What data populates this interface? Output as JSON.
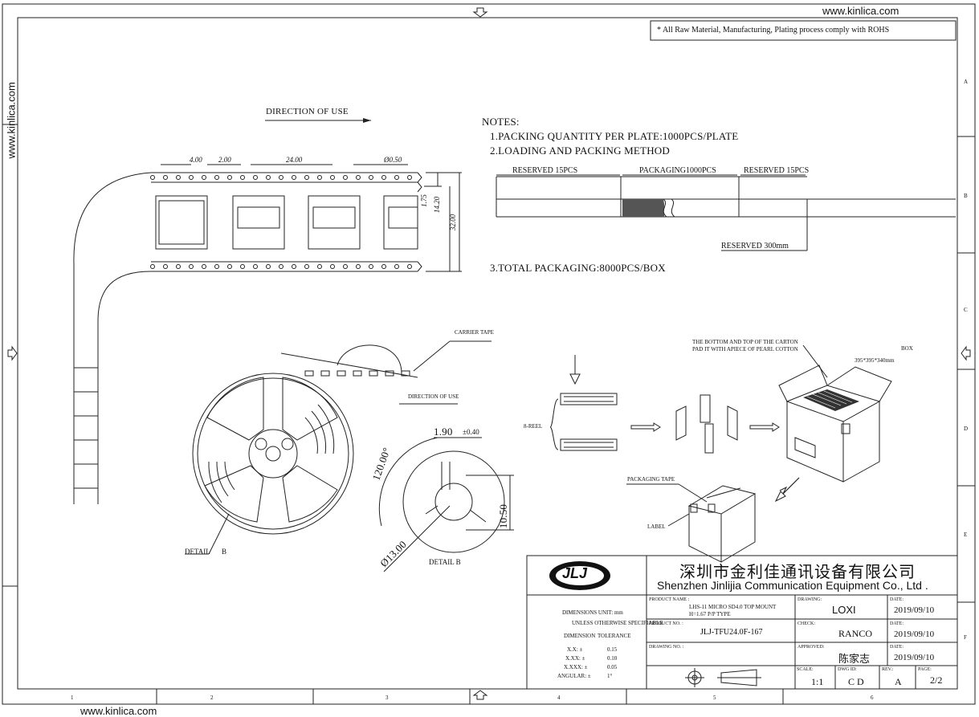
{
  "watermarks": {
    "top_right": "www.kinlica.com",
    "left_vertical": "www.kinlica.com",
    "bottom_left": "www.kinlica.com"
  },
  "rohs_note": "* All Raw Material, Manufacturing, Plating process comply with ROHS",
  "zones": {
    "right": [
      "A",
      "B",
      "C",
      "D",
      "E",
      "F"
    ],
    "bottom": [
      "1",
      "2",
      "3",
      "4",
      "5",
      "6"
    ]
  },
  "tape": {
    "direction_label": "DIRECTION OF USE",
    "dims": {
      "d1": "4.00",
      "d2": "2.00",
      "d3": "24.00",
      "d4": "Ø0.50",
      "h1": "1.75",
      "h2": "14.20",
      "h3": "32.00"
    }
  },
  "notes": {
    "heading": "NOTES:",
    "line1": "1.PACKING QUANTITY PER PLATE:1000PCS/PLATE",
    "line2": "2.LOADING AND PACKING METHOD",
    "line3": "3.TOTAL PACKAGING:8000PCS/BOX",
    "reserved_left": "RESERVED 15PCS",
    "packaging": "PACKAGING1000PCS",
    "reserved_right": "RESERVED 15PCS",
    "reserved_300": "RESERVED 300mm"
  },
  "reel": {
    "carrier_tape": "CARRIER TAPE",
    "direction_label": "DIRECTION OF USE",
    "detail_label": "DETAIL",
    "detail_letter": "B",
    "detail_b_title": "DETAIL  B",
    "dim_190": "1.90",
    "dim_tol": "±0.40",
    "dim_120": "120.00°",
    "dim_1050": "10.50",
    "dim_13": "Ø13.00"
  },
  "box": {
    "reel_count": "8-REEL",
    "carton_note_1": "THE BOTTOM AND TOP OF THE CARTON",
    "carton_note_2": "PAD IT WITH APIECE OF PEARL COTTON",
    "box_label": "BOX",
    "box_size": "395*395*340mm",
    "packaging_tape": "PACKAGING TAPE",
    "label": "LABEL"
  },
  "title_block": {
    "company_cn": "深圳市金利佳通讯设备有限公司",
    "company_en": "Shenzhen Jinlijia Communication Equipment Co., Ltd .",
    "logo": "JLJ",
    "dim_unit": "DIMENSIONS UNIT:  mm",
    "unless": "UNLESS OTHERWISE SPECIFIABLE",
    "dimension_hdr": "DIMENSION",
    "tolerance_hdr": "TOLERANCE",
    "tol_rows": [
      {
        "d": "X.X:  ±",
        "t": "0.15"
      },
      {
        "d": "X.XX:  ±",
        "t": "0.10"
      },
      {
        "d": "X.XXX:  ±",
        "t": "0.05"
      },
      {
        "d": "ANGULAR:  ±",
        "t": "1°"
      }
    ],
    "product_name_lbl": "PRODUCT NAME :",
    "product_name_1": "LHS-11 MICRO SD4.0 TOP MOUNT",
    "product_name_2": "H=1.67 P/P TYPE",
    "product_no_lbl": "PRODUCT NO. :",
    "product_no": "JLJ-TFU24.0F-167",
    "drawing_no_lbl": "DRAWING NO. :",
    "drawing_lbl": "DRAWING:",
    "drawing": "LOXI",
    "check_lbl": "CHECK:",
    "check": "RANCO",
    "approved_lbl": "APPROVED:",
    "approved": "陈家志",
    "date_lbl": "DATE:",
    "date1": "2019/09/10",
    "date2": "2019/09/10",
    "date3": "2019/09/10",
    "scale_lbl": "SCALE:",
    "scale": "1:1",
    "dwg_lbl": "DWG ID:",
    "dwg": "C D",
    "rev_lbl": "REV.:",
    "rev": "A",
    "page_lbl": "PAGE:",
    "page": "2/2"
  }
}
